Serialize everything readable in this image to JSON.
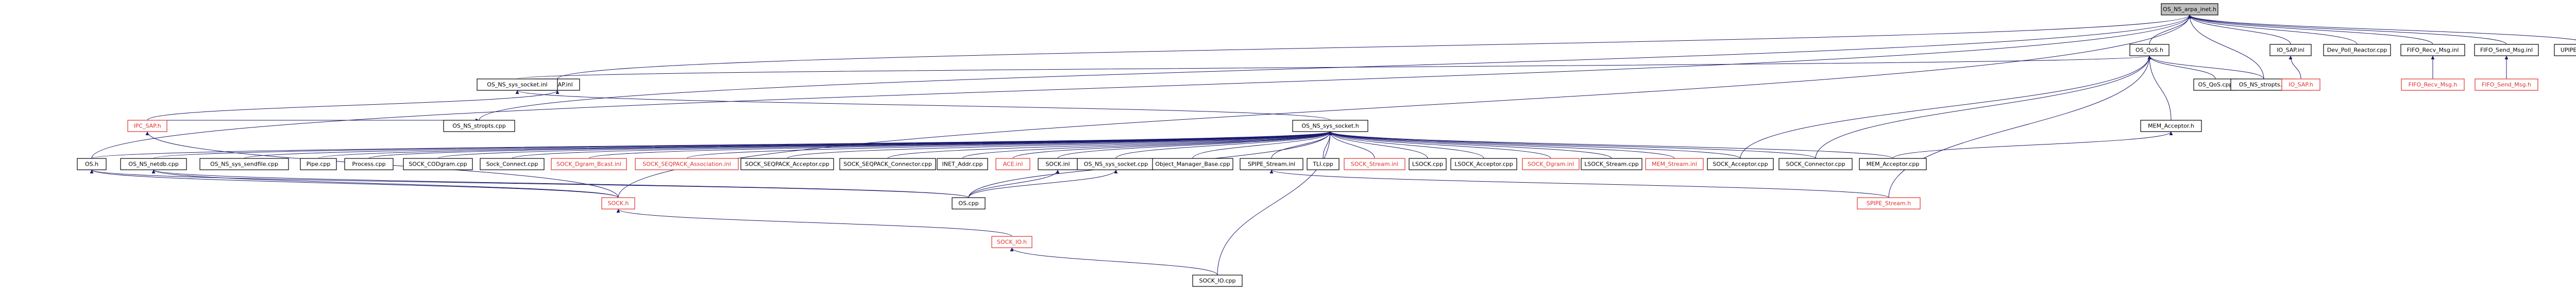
{
  "nodes": [
    {
      "id": "n_os_ns_arpa_inet_h",
      "label": "OS_NS_arpa_inet.h",
      "kind": "root"
    },
    {
      "id": "n_ipc_sap_inl",
      "label": "IPC_SAP.inl",
      "kind": "file"
    },
    {
      "id": "n_os_qos_h",
      "label": "OS_QoS.h",
      "kind": "file"
    },
    {
      "id": "n_io_sap_inl",
      "label": "IO_SAP.inl",
      "kind": "file"
    },
    {
      "id": "n_dev_poll_reactor_cpp",
      "label": "Dev_Poll_Reactor.cpp",
      "kind": "file"
    },
    {
      "id": "n_fifo_recv_msg_inl",
      "label": "FIFO_Recv_Msg.inl",
      "kind": "file"
    },
    {
      "id": "n_fifo_send_msg_inl",
      "label": "FIFO_Send_Msg.inl",
      "kind": "file"
    },
    {
      "id": "n_upipe_connector_cpp",
      "label": "UPIPE_Connector.cpp",
      "kind": "file"
    },
    {
      "id": "n_os_ns_sys_socket_inl",
      "label": "OS_NS_sys_socket.inl",
      "kind": "file"
    },
    {
      "id": "n_os_qos_cpp",
      "label": "OS_QoS.cpp",
      "kind": "file"
    },
    {
      "id": "n_os_ns_stropts_inl",
      "label": "OS_NS_stropts.inl",
      "kind": "file"
    },
    {
      "id": "n_io_sap_h",
      "label": "IO_SAP.h",
      "kind": "missing"
    },
    {
      "id": "n_fifo_recv_msg_h",
      "label": "FIFO_Recv_Msg.h",
      "kind": "missing"
    },
    {
      "id": "n_fifo_send_msg_h",
      "label": "FIFO_Send_Msg.h",
      "kind": "missing"
    },
    {
      "id": "n_ipc_sap_h",
      "label": "IPC_SAP.h",
      "kind": "missing"
    },
    {
      "id": "n_os_ns_stropts_cpp",
      "label": "OS_NS_stropts.cpp",
      "kind": "file"
    },
    {
      "id": "n_os_ns_sys_socket_h",
      "label": "OS_NS_sys_socket.h",
      "kind": "file"
    },
    {
      "id": "n_mem_acceptor_h",
      "label": "MEM_Acceptor.h",
      "kind": "file"
    },
    {
      "id": "n_os_h",
      "label": "OS.h",
      "kind": "file"
    },
    {
      "id": "n_os_ns_netdb_cpp",
      "label": "OS_NS_netdb.cpp",
      "kind": "file"
    },
    {
      "id": "n_os_ns_sys_sendfile_cpp",
      "label": "OS_NS_sys_sendfile.cpp",
      "kind": "file"
    },
    {
      "id": "n_pipe_cpp",
      "label": "Pipe.cpp",
      "kind": "file"
    },
    {
      "id": "n_process_cpp",
      "label": "Process.cpp",
      "kind": "file"
    },
    {
      "id": "n_sock_codgram_cpp",
      "label": "SOCK_CODgram.cpp",
      "kind": "file"
    },
    {
      "id": "n_sock_connect_cpp",
      "label": "Sock_Connect.cpp",
      "kind": "file"
    },
    {
      "id": "n_sock_dgram_bcast_inl",
      "label": "SOCK_Dgram_Bcast.inl",
      "kind": "missing"
    },
    {
      "id": "n_sock_seqpack_association_inl",
      "label": "SOCK_SEQPACK_Association.inl",
      "kind": "missing"
    },
    {
      "id": "n_sock_seqpack_acceptor_cpp",
      "label": "SOCK_SEQPACK_Acceptor.cpp",
      "kind": "file"
    },
    {
      "id": "n_sock_seqpack_connector_cpp",
      "label": "SOCK_SEQPACK_Connector.cpp",
      "kind": "file"
    },
    {
      "id": "n_inet_addr_cpp",
      "label": "INET_Addr.cpp",
      "kind": "file"
    },
    {
      "id": "n_ace_inl",
      "label": "ACE.inl",
      "kind": "missing"
    },
    {
      "id": "n_sock_inl",
      "label": "SOCK.inl",
      "kind": "file"
    },
    {
      "id": "n_os_ns_sys_socket_cpp",
      "label": "OS_NS_sys_socket.cpp",
      "kind": "file"
    },
    {
      "id": "n_object_manager_base_cpp",
      "label": "Object_Manager_Base.cpp",
      "kind": "file"
    },
    {
      "id": "n_spipe_stream_inl",
      "label": "SPIPE_Stream.inl",
      "kind": "file"
    },
    {
      "id": "n_tli_cpp",
      "label": "TLI.cpp",
      "kind": "file"
    },
    {
      "id": "n_sock_stream_inl",
      "label": "SOCK_Stream.inl",
      "kind": "missing"
    },
    {
      "id": "n_lsock_cpp",
      "label": "LSOCK.cpp",
      "kind": "file"
    },
    {
      "id": "n_lsock_acceptor_cpp",
      "label": "LSOCK_Acceptor.cpp",
      "kind": "file"
    },
    {
      "id": "n_sock_dgram_inl",
      "label": "SOCK_Dgram.inl",
      "kind": "missing"
    },
    {
      "id": "n_lsock_stream_cpp",
      "label": "LSOCK_Stream.cpp",
      "kind": "file"
    },
    {
      "id": "n_mem_stream_inl",
      "label": "MEM_Stream.inl",
      "kind": "missing"
    },
    {
      "id": "n_sock_acceptor_cpp",
      "label": "SOCK_Acceptor.cpp",
      "kind": "file"
    },
    {
      "id": "n_sock_connector_cpp",
      "label": "SOCK_Connector.cpp",
      "kind": "file"
    },
    {
      "id": "n_mem_acceptor_cpp",
      "label": "MEM_Acceptor.cpp",
      "kind": "file"
    },
    {
      "id": "n_sock_h",
      "label": "SOCK.h",
      "kind": "missing"
    },
    {
      "id": "n_os_cpp",
      "label": "OS.cpp",
      "kind": "file"
    },
    {
      "id": "n_spipe_stream_h",
      "label": "SPIPE_Stream.h",
      "kind": "missing"
    },
    {
      "id": "n_sock_io_h",
      "label": "SOCK_IO.h",
      "kind": "missing"
    },
    {
      "id": "n_sock_io_cpp",
      "label": "SOCK_IO.cpp",
      "kind": "file"
    }
  ],
  "edges": [
    [
      "n_ipc_sap_inl",
      "n_os_ns_arpa_inet_h"
    ],
    [
      "n_os_qos_h",
      "n_os_ns_arpa_inet_h"
    ],
    [
      "n_io_sap_inl",
      "n_os_ns_arpa_inet_h"
    ],
    [
      "n_dev_poll_reactor_cpp",
      "n_os_ns_arpa_inet_h"
    ],
    [
      "n_fifo_recv_msg_inl",
      "n_os_ns_arpa_inet_h"
    ],
    [
      "n_fifo_send_msg_inl",
      "n_os_ns_arpa_inet_h"
    ],
    [
      "n_upipe_connector_cpp",
      "n_os_ns_arpa_inet_h"
    ],
    [
      "n_os_ns_stropts_cpp",
      "n_os_ns_arpa_inet_h"
    ],
    [
      "n_os_h",
      "n_os_ns_arpa_inet_h"
    ],
    [
      "n_os_ns_stropts_inl",
      "n_os_ns_arpa_inet_h"
    ],
    [
      "n_os_ns_sys_socket_inl",
      "n_os_qos_h"
    ],
    [
      "n_os_qos_cpp",
      "n_os_qos_h"
    ],
    [
      "n_os_ns_stropts_inl",
      "n_os_qos_h"
    ],
    [
      "n_os_ns_sys_socket_h",
      "n_os_ns_sys_socket_inl"
    ],
    [
      "n_io_sap_h",
      "n_io_sap_inl"
    ],
    [
      "n_fifo_recv_msg_h",
      "n_fifo_recv_msg_inl"
    ],
    [
      "n_fifo_send_msg_h",
      "n_fifo_send_msg_inl"
    ],
    [
      "n_ipc_sap_h",
      "n_ipc_sap_inl"
    ],
    [
      "n_mem_acceptor_h",
      "n_os_qos_h"
    ],
    [
      "n_sock_acceptor_cpp",
      "n_os_qos_h"
    ],
    [
      "n_sock_connector_cpp",
      "n_os_qos_h"
    ],
    [
      "n_spipe_stream_h",
      "n_os_qos_h"
    ],
    [
      "n_mem_acceptor_cpp",
      "n_mem_acceptor_h"
    ],
    [
      "n_os_h",
      "n_os_ns_sys_socket_h"
    ],
    [
      "n_os_ns_netdb_cpp",
      "n_os_ns_sys_socket_h"
    ],
    [
      "n_os_ns_sys_sendfile_cpp",
      "n_os_ns_sys_socket_h"
    ],
    [
      "n_pipe_cpp",
      "n_os_ns_sys_socket_h"
    ],
    [
      "n_process_cpp",
      "n_os_ns_sys_socket_h"
    ],
    [
      "n_sock_codgram_cpp",
      "n_os_ns_sys_socket_h"
    ],
    [
      "n_sock_connect_cpp",
      "n_os_ns_sys_socket_h"
    ],
    [
      "n_sock_dgram_bcast_inl",
      "n_os_ns_sys_socket_h"
    ],
    [
      "n_sock_seqpack_association_inl",
      "n_os_ns_sys_socket_h"
    ],
    [
      "n_sock_seqpack_acceptor_cpp",
      "n_os_ns_sys_socket_h"
    ],
    [
      "n_sock_seqpack_connector_cpp",
      "n_os_ns_sys_socket_h"
    ],
    [
      "n_inet_addr_cpp",
      "n_os_ns_sys_socket_h"
    ],
    [
      "n_ace_inl",
      "n_os_ns_sys_socket_h"
    ],
    [
      "n_sock_inl",
      "n_os_ns_sys_socket_h"
    ],
    [
      "n_os_ns_sys_socket_cpp",
      "n_os_ns_sys_socket_h"
    ],
    [
      "n_object_manager_base_cpp",
      "n_os_ns_sys_socket_h"
    ],
    [
      "n_spipe_stream_inl",
      "n_os_ns_sys_socket_h"
    ],
    [
      "n_tli_cpp",
      "n_os_ns_sys_socket_h"
    ],
    [
      "n_sock_stream_inl",
      "n_os_ns_sys_socket_h"
    ],
    [
      "n_lsock_cpp",
      "n_os_ns_sys_socket_h"
    ],
    [
      "n_lsock_acceptor_cpp",
      "n_os_ns_sys_socket_h"
    ],
    [
      "n_sock_dgram_inl",
      "n_os_ns_sys_socket_h"
    ],
    [
      "n_lsock_stream_cpp",
      "n_os_ns_sys_socket_h"
    ],
    [
      "n_mem_stream_inl",
      "n_os_ns_sys_socket_h"
    ],
    [
      "n_sock_acceptor_cpp",
      "n_os_ns_sys_socket_h"
    ],
    [
      "n_sock_connector_cpp",
      "n_os_ns_sys_socket_h"
    ],
    [
      "n_mem_acceptor_cpp",
      "n_os_ns_sys_socket_h"
    ],
    [
      "n_sock_io_cpp",
      "n_os_ns_sys_socket_h"
    ],
    [
      "n_os_cpp",
      "n_os_ns_sys_socket_h"
    ],
    [
      "n_ipc_sap_h",
      "n_os_ns_stropts_cpp"
    ],
    [
      "n_sock_h",
      "n_ipc_sap_h"
    ],
    [
      "n_os_cpp",
      "n_os_h"
    ],
    [
      "n_sock_h",
      "n_os_h"
    ],
    [
      "n_os_cpp",
      "n_os_ns_sys_socket_cpp"
    ],
    [
      "n_os_cpp",
      "n_sock_inl"
    ],
    [
      "n_sock_io_h",
      "n_sock_h"
    ],
    [
      "n_sock_io_cpp",
      "n_sock_io_h"
    ],
    [
      "n_spipe_stream_h",
      "n_spipe_stream_inl"
    ],
    [
      "n_os_cpp",
      "n_os_ns_netdb_cpp"
    ],
    [
      "n_sock_h",
      "n_os_ns_netdb_cpp"
    ],
    [
      "n_sock_h",
      "n_os_ns_arpa_inet_h"
    ]
  ]
}
